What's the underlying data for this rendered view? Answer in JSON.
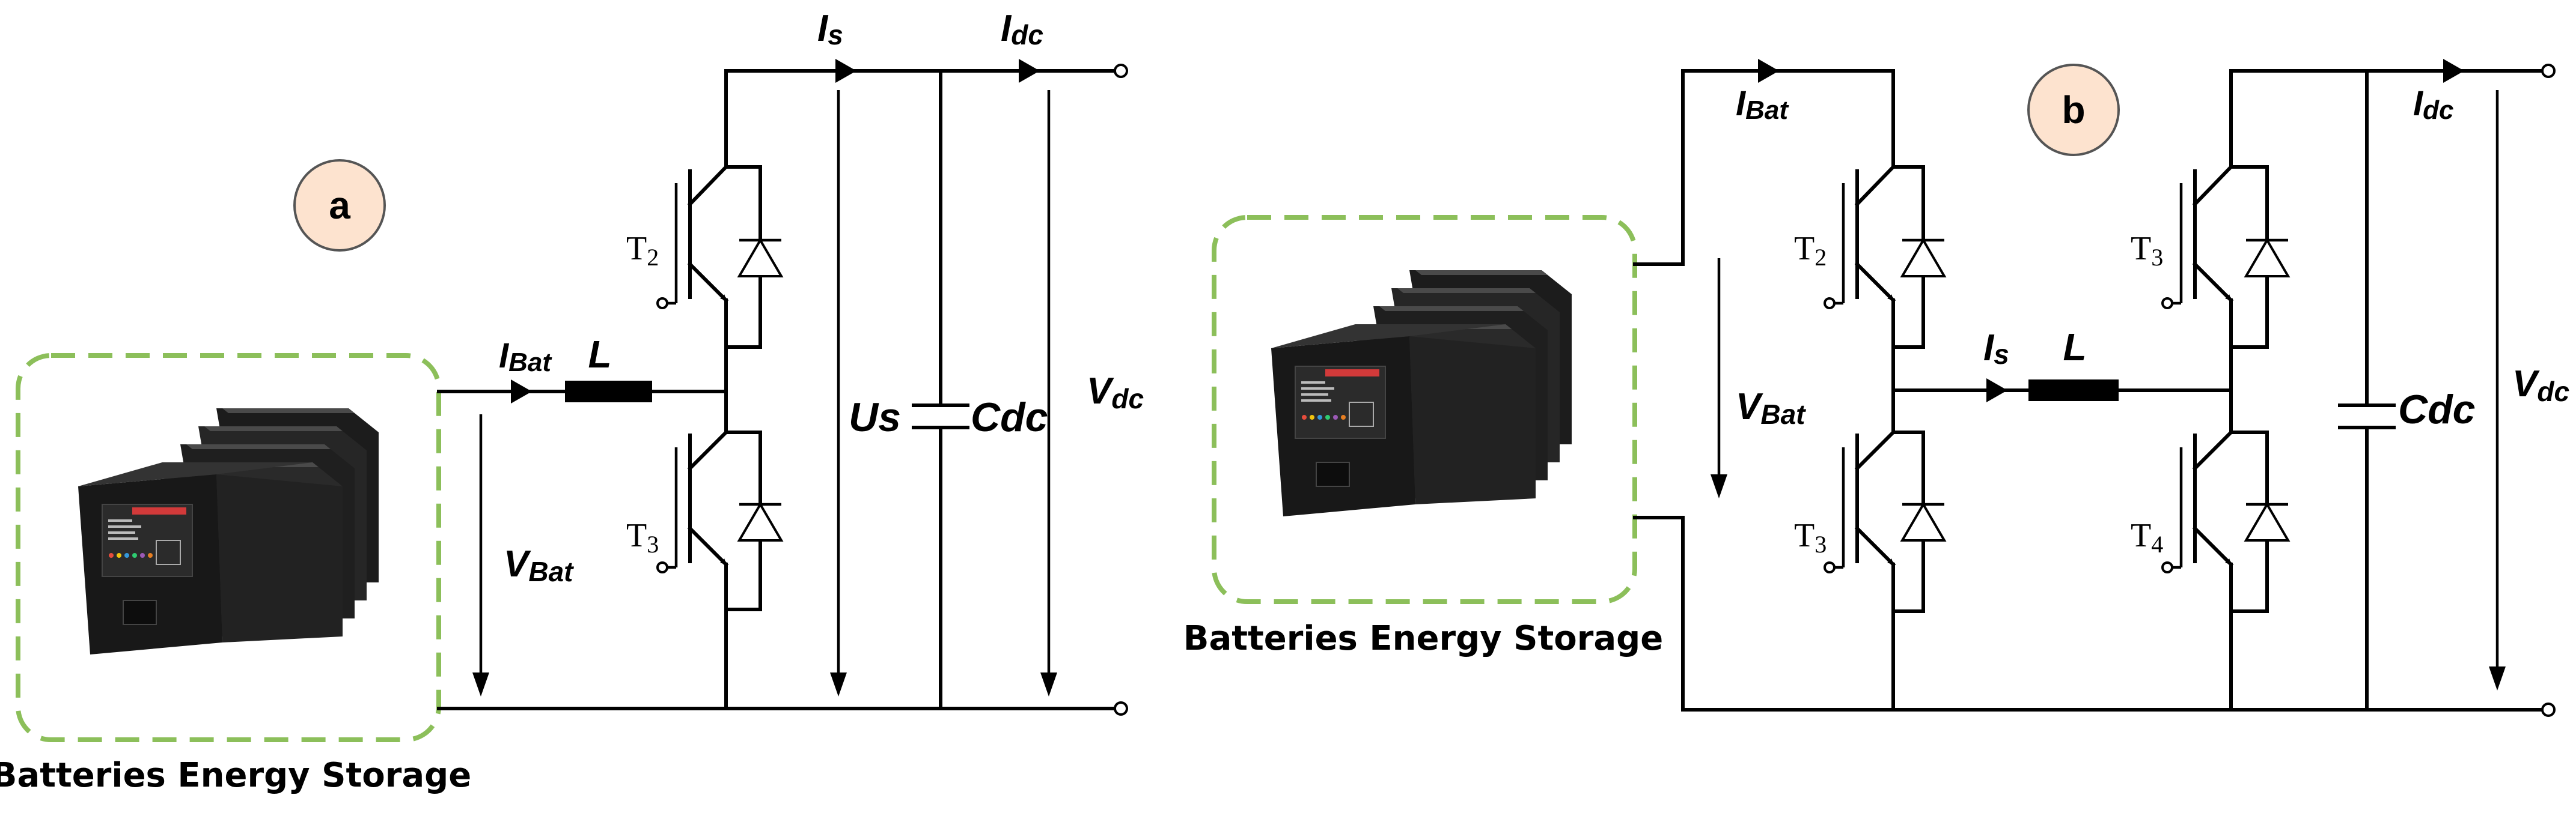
{
  "panel_a": {
    "badge": "a",
    "caption": "Batteries Energy Storage",
    "i_bat": {
      "main": "I",
      "sub": "Bat"
    },
    "inductor": "L",
    "i_s": {
      "main": "I",
      "sub": "s"
    },
    "i_dc": {
      "main": "I",
      "sub": "dc"
    },
    "v_bat": {
      "main": "V",
      "sub": "Bat"
    },
    "t_upper": {
      "main": "T",
      "sub": "2"
    },
    "t_lower": {
      "main": "T",
      "sub": "3"
    },
    "us": "Us",
    "cdc": "Cdc",
    "v_dc": {
      "main": "V",
      "sub": "dc"
    }
  },
  "panel_b": {
    "badge": "b",
    "caption": "Batteries Energy Storage",
    "i_bat": {
      "main": "I",
      "sub": "Bat"
    },
    "v_bat": {
      "main": "V",
      "sub": "Bat"
    },
    "t_left_upper": {
      "main": "T",
      "sub": "2"
    },
    "t_left_lower": {
      "main": "T",
      "sub": "3"
    },
    "i_s": {
      "main": "I",
      "sub": "s"
    },
    "inductor": "L",
    "t_right_upper": {
      "main": "T",
      "sub": "3"
    },
    "t_right_lower": {
      "main": "T",
      "sub": "4"
    },
    "cdc": "Cdc",
    "i_dc": {
      "main": "I",
      "sub": "dc"
    },
    "v_dc": {
      "main": "V",
      "sub": "dc"
    }
  },
  "colors": {
    "badge_fill": "#fde3cf",
    "badge_stroke": "#555555",
    "frame_dash": "#8cbf5a",
    "wire": "#000000"
  },
  "icons": [
    "battery-pack-image",
    "igbt-transistor-icon",
    "diode-icon",
    "capacitor-icon",
    "inductor-icon",
    "terminal-icon"
  ]
}
